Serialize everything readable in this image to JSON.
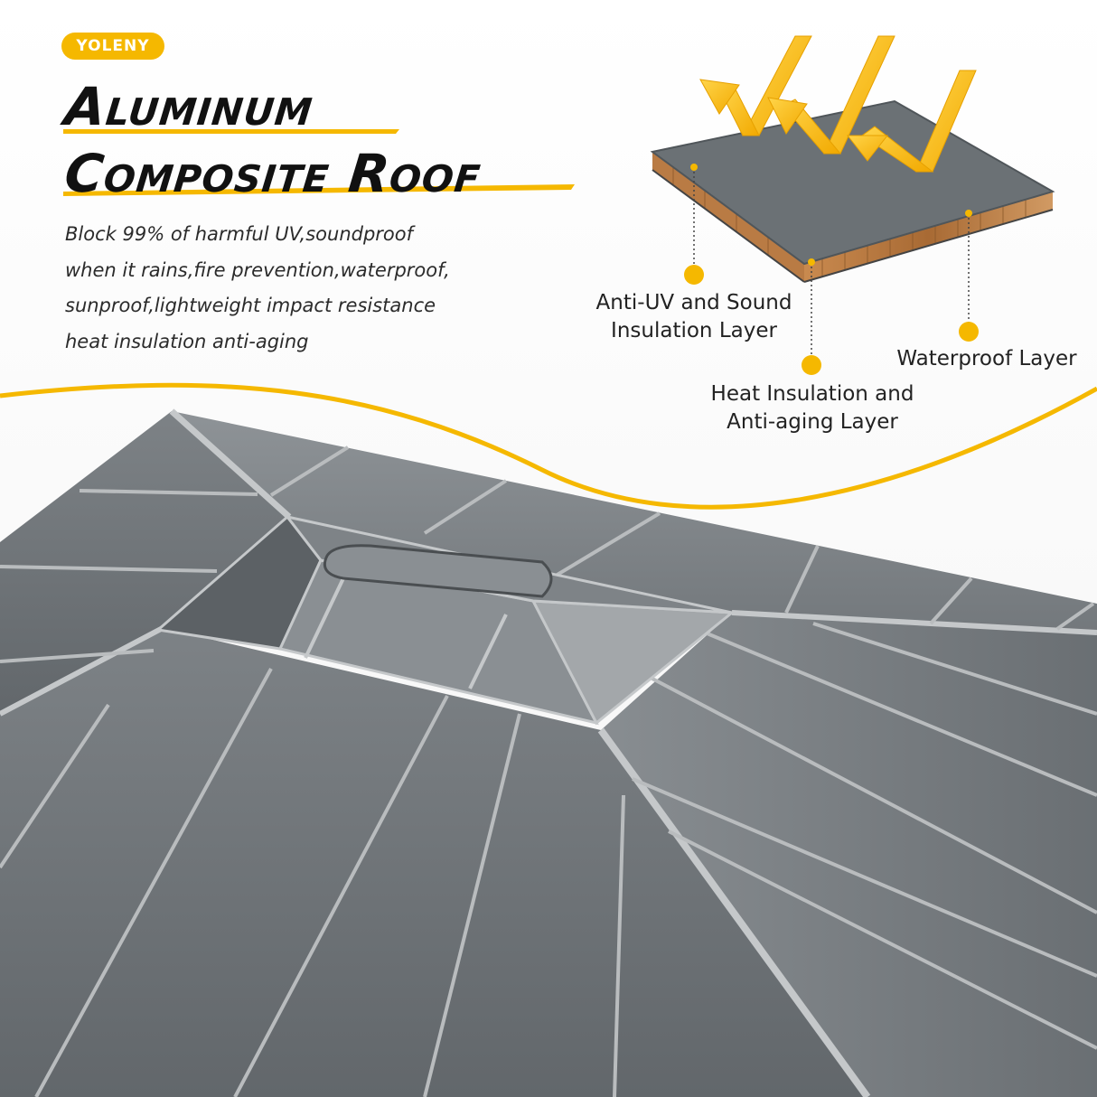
{
  "brand": {
    "name": "YOLENY"
  },
  "headline": {
    "line1": "Aluminum",
    "line2": "Composite Roof"
  },
  "description": {
    "lines": [
      "Block 99% of harmful UV,soundproof",
      "when it rains,fire prevention,waterproof,",
      "sunproof,lightweight impact resistance",
      "heat insulation anti-aging"
    ]
  },
  "layers": {
    "anti_uv": {
      "line1": "Anti-UV and Sound",
      "line2": "Insulation Layer"
    },
    "waterproof": {
      "line1": "Waterproof Layer"
    },
    "heat": {
      "line1": "Heat Insulation and",
      "line2": "Anti-aging Layer"
    }
  },
  "colors": {
    "accent": "#f5b800",
    "roof_panel": "#6f7478",
    "roof_seam": "#b9bcbe",
    "core_wood": "#b5763f",
    "text": "#222222"
  },
  "icons": [
    "sun-ray-arrow-icon",
    "layer-pointer-dot-icon"
  ]
}
